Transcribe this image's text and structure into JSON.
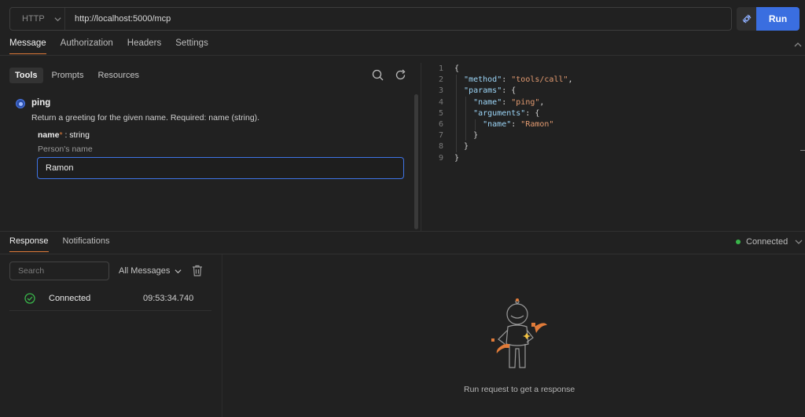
{
  "urlbar": {
    "method": "HTTP",
    "url": "http://localhost:5000/mcp",
    "run_label": "Run",
    "icons": {
      "method_dropdown": "chevron-down-icon",
      "connect": "plug-disconnect-icon"
    }
  },
  "request_tabs": [
    {
      "label": "Message",
      "active": true
    },
    {
      "label": "Authorization",
      "active": false
    },
    {
      "label": "Headers",
      "active": false
    },
    {
      "label": "Settings",
      "active": false
    }
  ],
  "tools_panel": {
    "subtabs": [
      {
        "label": "Tools",
        "active": true
      },
      {
        "label": "Prompts",
        "active": false
      },
      {
        "label": "Resources",
        "active": false
      }
    ],
    "tool": {
      "name": "ping",
      "description": "Return a greeting for the given name. Required: name (string).",
      "param": {
        "name": "name",
        "required_mark": "*",
        "type_text": " : string",
        "description": "Person's name",
        "value": "Ramon"
      }
    }
  },
  "code_editor": {
    "lines": [
      {
        "n": "1"
      },
      {
        "n": "2"
      },
      {
        "n": "3"
      },
      {
        "n": "4"
      },
      {
        "n": "5"
      },
      {
        "n": "6"
      },
      {
        "n": "7"
      },
      {
        "n": "8"
      },
      {
        "n": "9"
      }
    ],
    "text": {
      "l1": "{",
      "l2_key": "\"method\"",
      "l2_val": "\"tools/call\"",
      "l3_key": "\"params\"",
      "l4_key": "\"name\"",
      "l4_val": "\"ping\"",
      "l5_key": "\"arguments\"",
      "l6_key": "\"name\"",
      "l6_val": "\"Ramon\"",
      "l7": "}",
      "l8": "}",
      "l9": "}"
    }
  },
  "response": {
    "tabs": [
      {
        "label": "Response",
        "active": true
      },
      {
        "label": "Notifications",
        "active": false
      }
    ],
    "connection_status": "Connected",
    "status_color": "#39b54a",
    "search_placeholder": "Search",
    "filter_label": "All Messages",
    "messages": [
      {
        "label": "Connected",
        "time": "09:53:34.740",
        "icon": "check-circle-icon"
      }
    ],
    "empty_text": "Run request to get a response"
  },
  "colors": {
    "accent": "#e07b39",
    "primary_button": "#3a6ee0"
  }
}
